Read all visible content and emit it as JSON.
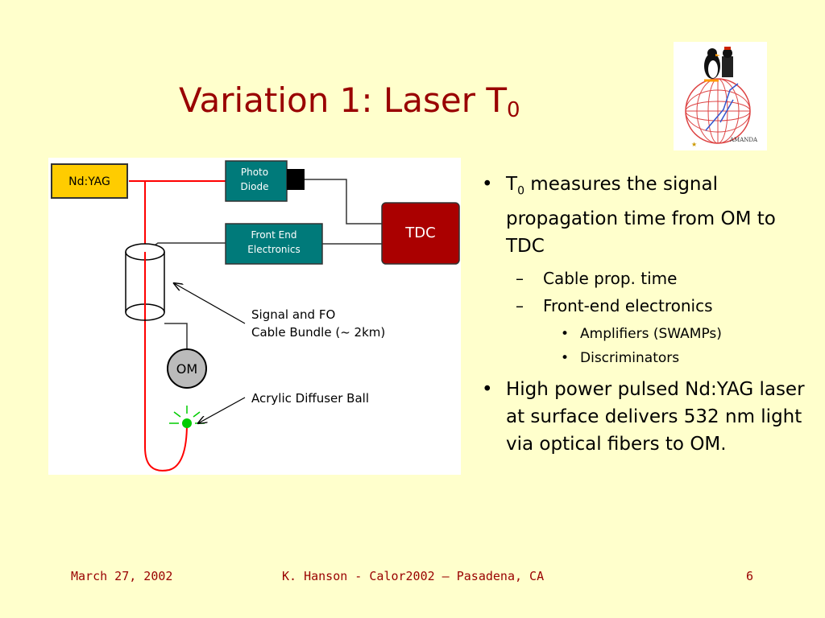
{
  "slide": {
    "title_main": "Variation 1: Laser T",
    "title_sub": "0",
    "logo": {
      "icon": "amanda-penguin-globe-logo",
      "label": "AMANDA"
    }
  },
  "diagram": {
    "labels": {
      "ndyag": "Nd:YAG",
      "photo_diode_line1": "Photo",
      "photo_diode_line2": "Diode",
      "front_end_line1": "Front End",
      "front_end_line2": "Electronics",
      "tdc": "TDC",
      "om": "OM",
      "cable_line1": "Signal and FO",
      "cable_line2": "Cable Bundle (~ 2km)",
      "diffuser": "Acrylic Diffuser Ball"
    },
    "colors": {
      "ndyag": "#ffcc00",
      "box_blue": "#007a7a",
      "tdc": "#aa0000",
      "fiber": "#ff0000",
      "diffuser": "#00cc00"
    }
  },
  "bullets": {
    "b1_pre": "T",
    "b1_sub": "0",
    "b1_text": " measures the signal propagation time from OM to TDC",
    "b1_sub1": "Cable prop. time",
    "b1_sub2": "Front-end electronics",
    "b1_sub2_sub1": "Amplifiers (SWAMPs)",
    "b1_sub2_sub2": "Discriminators",
    "b2_text": "High power pulsed Nd:YAG laser at surface delivers 532 nm light via optical fibers to OM."
  },
  "footer": {
    "date": "March 27, 2002",
    "center": "K. Hanson - Calor2002 – Pasadena, CA",
    "page": "6"
  }
}
